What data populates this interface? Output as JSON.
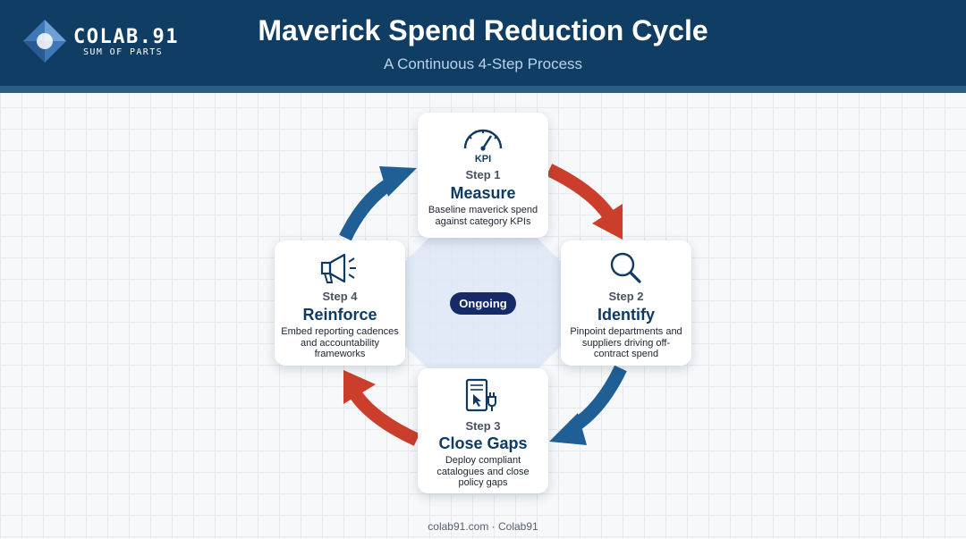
{
  "header": {
    "logo_name": "COLAB.91",
    "logo_tagline": "SUM OF PARTS",
    "title": "Maverick Spend Reduction Cycle",
    "subtitle": "A Continuous 4-Step Process"
  },
  "center_label": "Ongoing",
  "steps": [
    {
      "icon": "kpi-gauge-icon",
      "icon_label": "KPI",
      "step": "Step 1",
      "name": "Measure",
      "description": "Baseline maverick spend against category KPIs"
    },
    {
      "icon": "magnifier-icon",
      "step": "Step 2",
      "name": "Identify",
      "description": "Pinpoint departments and suppliers driving off-contract spend"
    },
    {
      "icon": "catalogue-plug-icon",
      "step": "Step 3",
      "name": "Close Gaps",
      "description": "Deploy compliant catalogues and close policy gaps"
    },
    {
      "icon": "megaphone-icon",
      "step": "Step 4",
      "name": "Reinforce",
      "description": "Embed reporting cadences and accountability frameworks"
    }
  ],
  "colors": {
    "header": "#103d63",
    "arrow_red": "#cc3e2c",
    "arrow_blue": "#1f5f95",
    "badge": "#152a66"
  },
  "footer": "colab91.com · Colab91"
}
